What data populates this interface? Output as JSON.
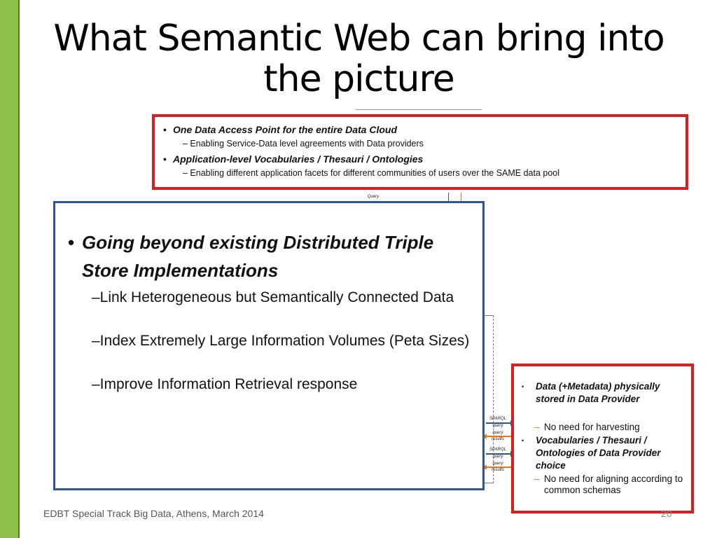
{
  "slide": {
    "title": "What Semantic Web can bring into the picture",
    "footer": "EDBT Special Track Big Data, Athens, March 2014",
    "page_number": "20"
  },
  "top_box": {
    "items": [
      {
        "bullet": "•",
        "heading": "One Data Access Point for the entire Data Cloud",
        "sub": "– Enabling Service-Data level agreements with Data providers"
      },
      {
        "bullet": "•",
        "heading": "Application-level Vocabularies / Thesauri / Ontologies",
        "sub": "– Enabling different application facets for different communities of users over the SAME data pool"
      }
    ]
  },
  "main_box": {
    "bullet": "•",
    "heading": "Going beyond existing Distributed Triple Store Implementations",
    "subs": [
      "–Link Heterogeneous but Semantically Connected Data",
      "–Index Extremely Large Information Volumes (Peta Sizes)",
      "–Improve Information Retrieval response"
    ]
  },
  "side_box": {
    "items": [
      {
        "bullet": "•",
        "heading": "Data (+Metadata) physically stored in Data Provider",
        "sub_dash": "–",
        "sub": "No need for harvesting"
      },
      {
        "bullet": "•",
        "heading": "Vocabularies / Thesauri / Ontologies of Data Provider choice",
        "sub_dash": "–",
        "sub": "No need for aligning according to common schemas"
      }
    ]
  },
  "diagram": {
    "query_label": "Query",
    "labels": [
      "SPARQL",
      "query",
      "query",
      "results",
      "SPARQL",
      "query",
      "query",
      "results"
    ]
  },
  "colors": {
    "accent_bar": "#8cc04a",
    "red_border": "#e01b1b",
    "blue_border": "#2f5597"
  }
}
